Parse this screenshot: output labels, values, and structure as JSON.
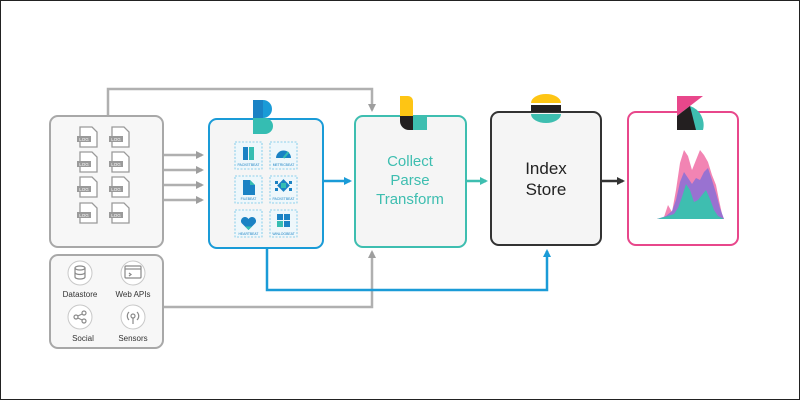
{
  "colors": {
    "gray": "#9e9e9e",
    "beats_blue": "#1a9bd7",
    "logstash_teal": "#3ebeb0",
    "es_dark": "#333333",
    "kibana_pink": "#e8478b",
    "logstash_yellow": "#fec514"
  },
  "sources": {
    "file_icons": [
      {
        "icon": "log-file-icon",
        "label": "LOG"
      },
      {
        "icon": "log-file-icon",
        "label": "LOG"
      },
      {
        "icon": "log-file-icon",
        "label": "LOG"
      },
      {
        "icon": "log-file-icon",
        "label": "LOG"
      },
      {
        "icon": "log-file-icon",
        "label": "LOG"
      },
      {
        "icon": "log-file-icon",
        "label": "LOG"
      },
      {
        "icon": "log-file-icon",
        "label": "LOG"
      },
      {
        "icon": "log-file-icon",
        "label": "LOG"
      }
    ],
    "datastore": "Datastore",
    "webapis": "Web APIs",
    "social": "Social",
    "sensors": "Sensors"
  },
  "beats": {
    "icon": "beats-logo-icon",
    "items": [
      {
        "icon": "filebeat-icon",
        "label": "PACKETBEAT"
      },
      {
        "icon": "metricbeat-icon",
        "label": "METRICBEAT"
      },
      {
        "icon": "filebeat-icon",
        "label": "FILEBEAT"
      },
      {
        "icon": "packetbeat-icon",
        "label": "PACKETBEAT"
      },
      {
        "icon": "heartbeat-icon",
        "label": "HEARTBEAT"
      },
      {
        "icon": "winlogbeat-icon",
        "label": "WINLOGBEAT"
      }
    ]
  },
  "logstash": {
    "icon": "logstash-logo-icon",
    "line1": "Collect",
    "line2": "Parse",
    "line3": "Transform"
  },
  "elasticsearch": {
    "icon": "elasticsearch-logo-icon",
    "line1": "Index",
    "line2": "Store"
  },
  "kibana": {
    "icon": "kibana-logo-icon",
    "chart": "area-chart-icon"
  }
}
